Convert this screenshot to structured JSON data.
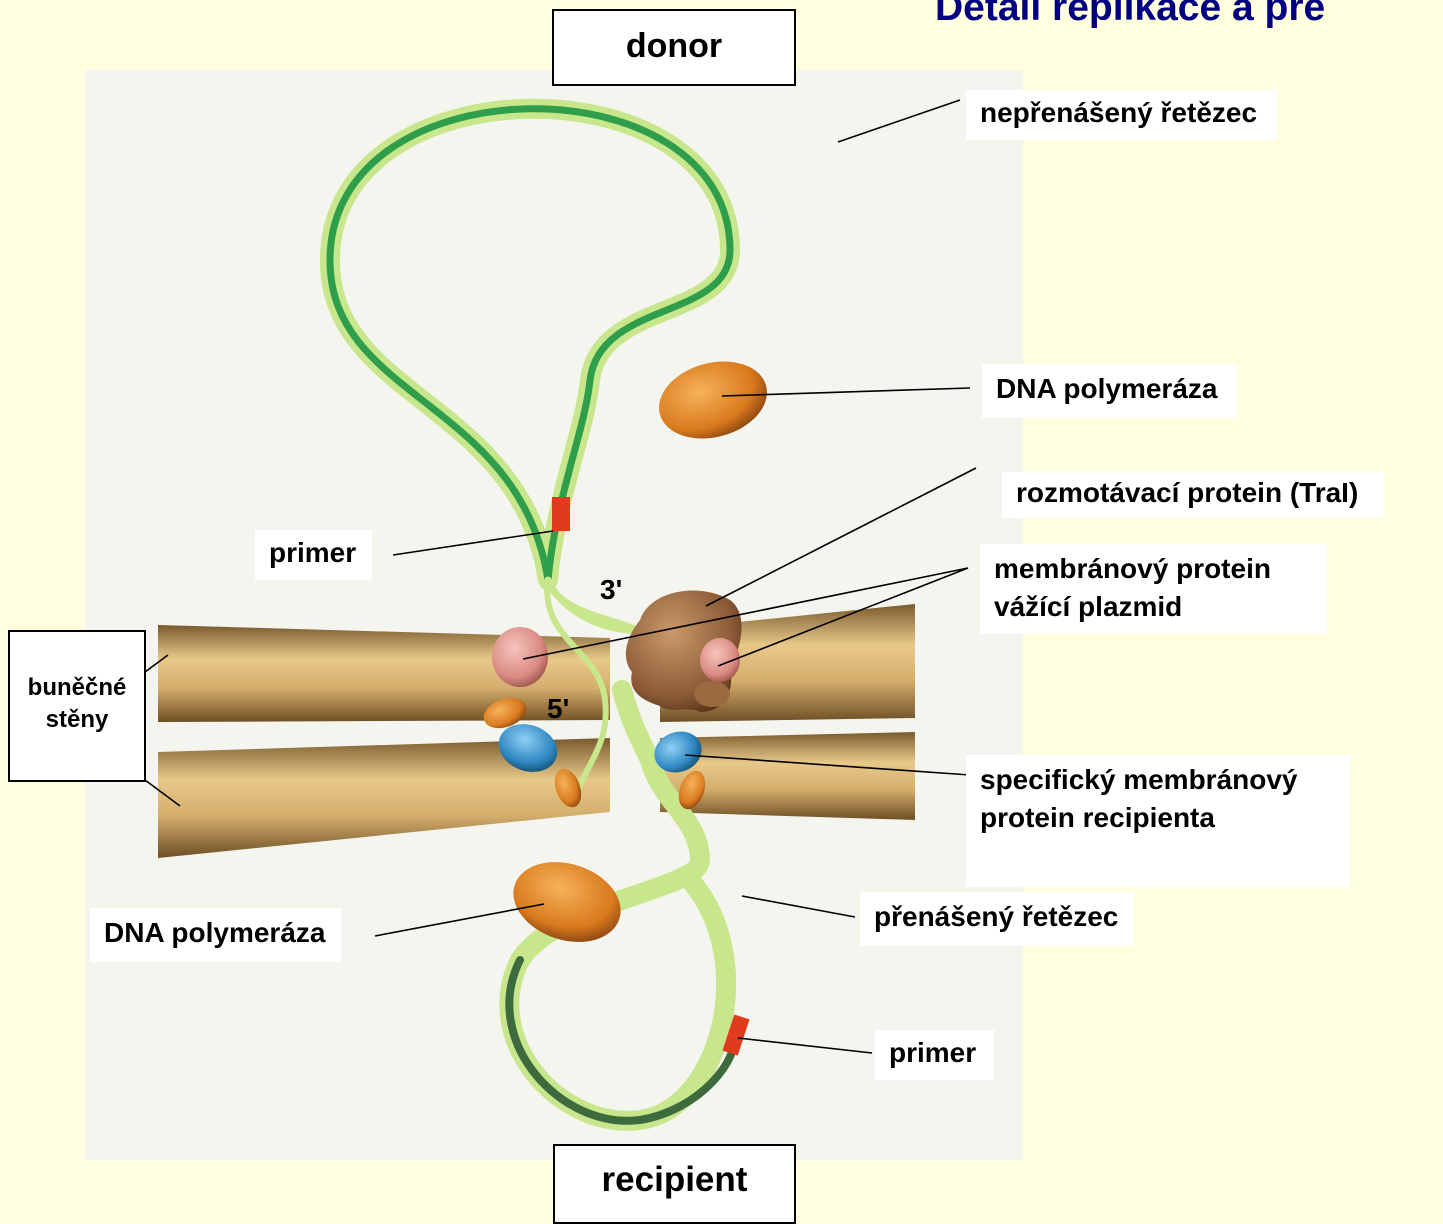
{
  "title": "Detail replikace a pře",
  "boxes": {
    "donor": "donor",
    "recipient": "recipient",
    "cell_walls_line1": "buněčné",
    "cell_walls_line2": "stěny"
  },
  "labels": {
    "non_transferred_strand": "nepřenášený řetězec",
    "dna_polymerase_top": "DNA polymeráza",
    "unwinding_protein": "rozmotávací  protein (TraI)",
    "membrane_protein_line1": "membránový protein",
    "membrane_protein_line2": "vážící plazmid",
    "primer_top": "primer",
    "specific_protein_line1": "specifický membránový",
    "specific_protein_line2": "protein recipienta",
    "transferred_strand": "přenášený řetězec",
    "dna_polymerase_bottom": "DNA polymeráza",
    "primer_bottom": "primer"
  },
  "ends": {
    "three_prime": "3'",
    "five_prime": "5'"
  },
  "colors": {
    "background": "#FFFFE0",
    "title": "#000080",
    "dna_outer": "#C8E68C",
    "dna_inner": "#2E9E4A",
    "dna_new": "#3D6B3D",
    "primer": "#E23A1C",
    "polymerase": "#D97A1E",
    "unwinding_protein": "#8B5A36",
    "membrane_protein": "#D98A82",
    "recipient_protein": "#2E86C1",
    "cell_wall": "#C29A5E"
  }
}
